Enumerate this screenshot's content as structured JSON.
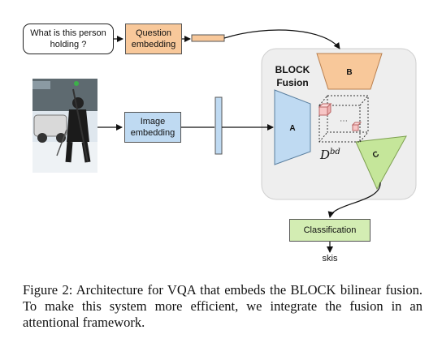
{
  "diagram": {
    "question_text": "What is this person holding ?",
    "question_embedding_label": "Question embedding",
    "image_embedding_label": "Image embedding",
    "block_fusion_title": "BLOCK Fusion",
    "factor_a": "A",
    "factor_b": "B",
    "factor_c": "C",
    "core_tensor_base": "D",
    "core_tensor_superscript": "bd",
    "classification_label": "Classification",
    "output_answer": "skis",
    "colors": {
      "question_embedding": "#f8c89a",
      "image_embedding": "#bfdaf2",
      "factor_a": "#bfdaf2",
      "factor_b": "#f8c89a",
      "factor_c": "#c5e69a",
      "classification": "#d3edb3",
      "fusion_panel": "#eeeeee",
      "core_cubes": "#f7c6c6"
    },
    "image_description_icon": "photo-person-with-skis-icon"
  },
  "caption": "Figure 2: Architecture for VQA that embeds the BLOCK bilinear fusion. To make this system more efficient, we integrate the fusion in an attentional framework."
}
